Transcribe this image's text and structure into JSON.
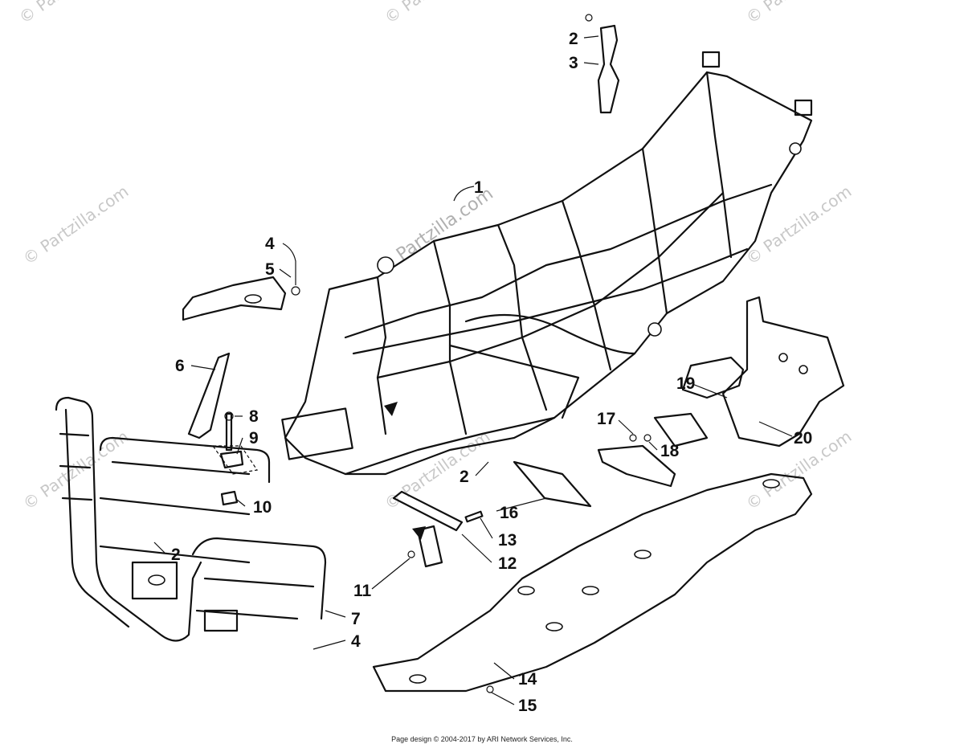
{
  "watermark": "© Partzilla.com",
  "logo_watermark": "Partzilla.com",
  "callouts": {
    "c1": "1",
    "c2a": "2",
    "c3": "3",
    "c4a": "4",
    "c5": "5",
    "c6": "6",
    "c7": "7",
    "c8": "8",
    "c9": "9",
    "c10": "10",
    "c2b": "2",
    "c11": "11",
    "c12": "12",
    "c13": "13",
    "c4b": "4",
    "c2c": "2",
    "c16": "16",
    "c17": "17",
    "c18": "18",
    "c19": "19",
    "c20": "20",
    "c14": "14",
    "c15": "15"
  },
  "footer": "Page design © 2004-2017 by ARI Network Services, Inc."
}
